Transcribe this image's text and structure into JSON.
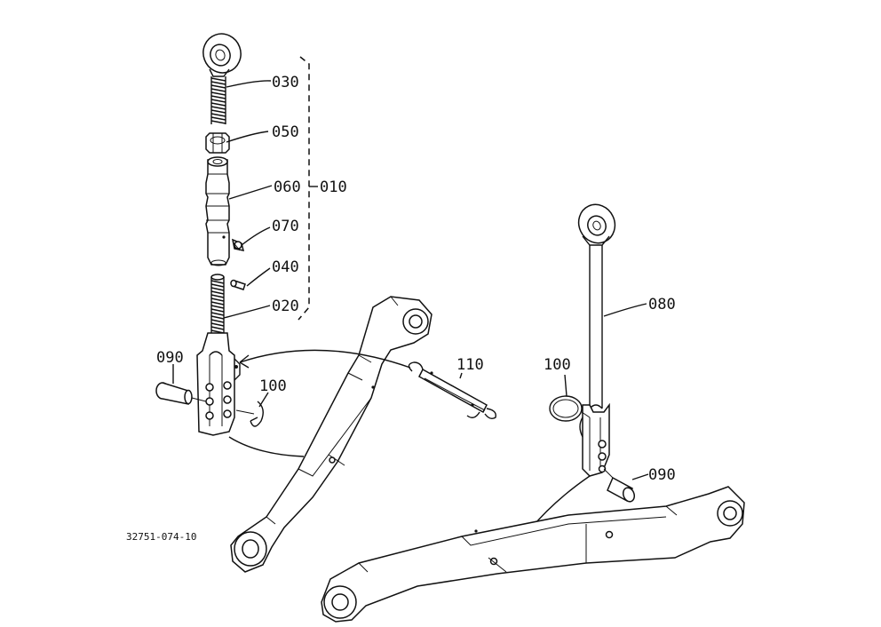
{
  "labels": {
    "p030": "030",
    "p050": "050",
    "p060": "060",
    "p010": "010",
    "p070": "070",
    "p040": "040",
    "p020": "020",
    "p090_left": "090",
    "p100_left": "100",
    "p110": "110",
    "p080": "080",
    "p100_right": "100",
    "p090_right": "090"
  },
  "figure_code": "32751-074-10"
}
